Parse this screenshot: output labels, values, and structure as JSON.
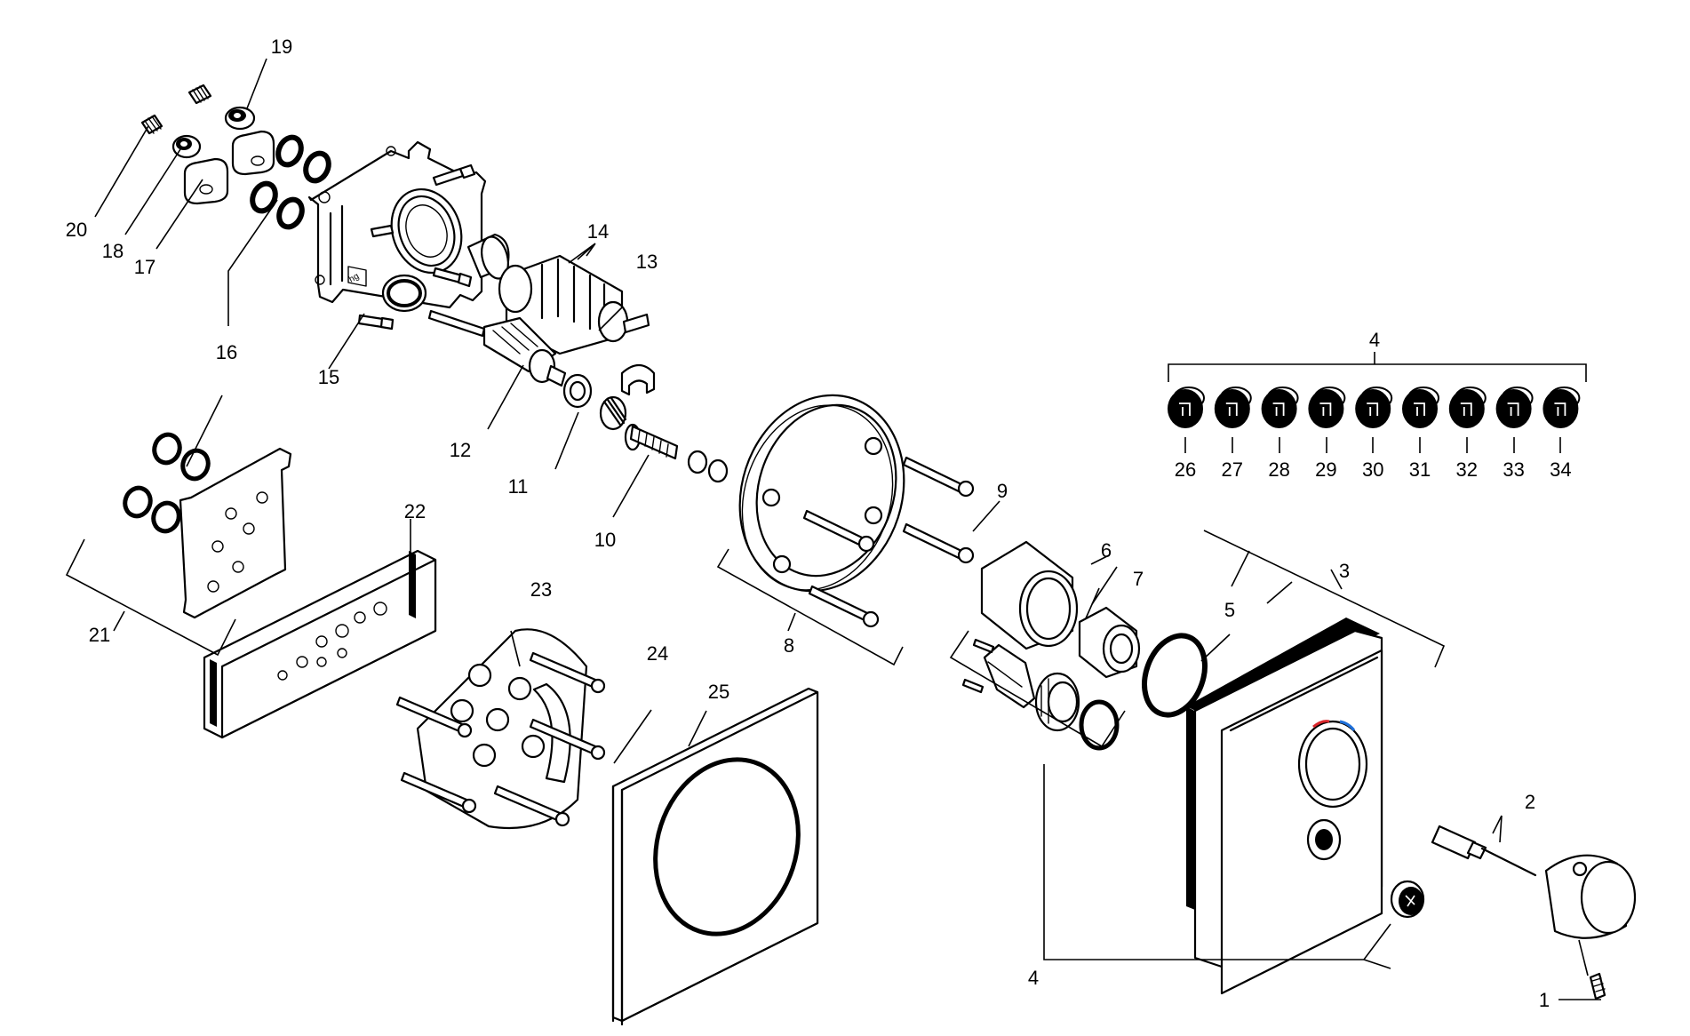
{
  "callouts": {
    "c1": "1",
    "c2": "2",
    "c3": "3",
    "c4_top": "4",
    "c4_bottom": "4",
    "c5": "5",
    "c6": "6",
    "c7": "7",
    "c8": "8",
    "c9": "9",
    "c10": "10",
    "c11": "11",
    "c12": "12",
    "c13": "13",
    "c14": "14",
    "c15": "15",
    "c16": "16",
    "c17": "17",
    "c18": "18",
    "c19": "19",
    "c20": "20",
    "c21": "21",
    "c22": "22",
    "c23": "23",
    "c24": "24",
    "c25": "25"
  },
  "button_variants": [
    "26",
    "27",
    "28",
    "29",
    "30",
    "31",
    "32",
    "33",
    "34"
  ],
  "colors": {
    "line": "#000000",
    "background": "#ffffff",
    "hot_mark": "#d9262b",
    "cold_mark": "#1e6fd9"
  },
  "icons": [
    "hand-shower-icon",
    "overhead-shower-icon",
    "rain-shower-icon",
    "side-jet-icon",
    "body-shower-icon",
    "handheld-icon",
    "bathtub-icon",
    "massage-jet-icon",
    "spout-icon"
  ]
}
